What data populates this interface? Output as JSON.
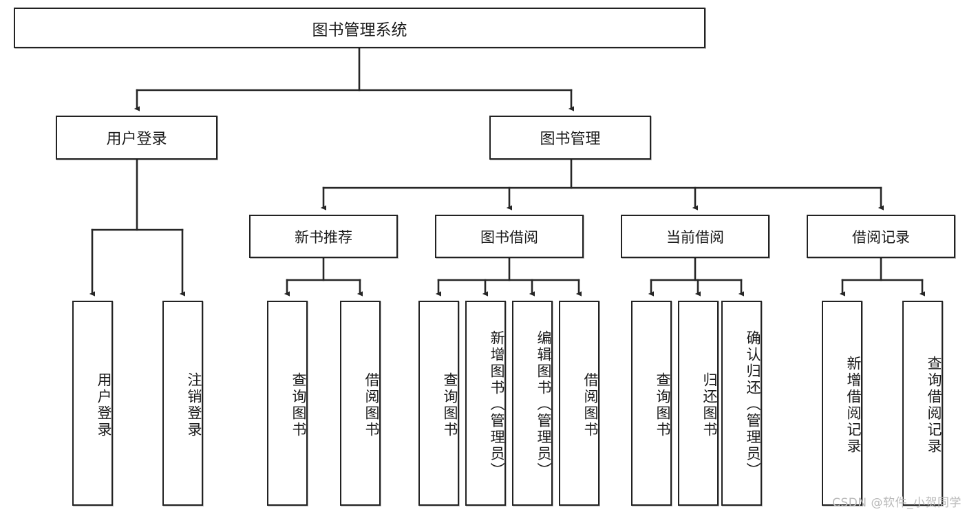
{
  "diagram": {
    "title": "图书管理系统",
    "type": "tree",
    "root": {
      "id": "root",
      "label": "图书管理系统"
    },
    "level2": [
      {
        "id": "user-login",
        "label": "用户登录"
      },
      {
        "id": "book-manage",
        "label": "图书管理"
      }
    ],
    "level3": [
      {
        "id": "new-book-recommend",
        "label": "新书推荐"
      },
      {
        "id": "book-borrow",
        "label": "图书借阅"
      },
      {
        "id": "current-borrow",
        "label": "当前借阅"
      },
      {
        "id": "borrow-record",
        "label": "借阅记录"
      }
    ],
    "leaves": [
      {
        "id": "leaf-user-login",
        "label": "用户登录",
        "parent": "user-login"
      },
      {
        "id": "leaf-user-logout",
        "label": "注销登录",
        "parent": "user-login"
      },
      {
        "id": "leaf-query-book-1",
        "label": "查询图书",
        "parent": "new-book-recommend"
      },
      {
        "id": "leaf-borrow-book-1",
        "label": "借阅图书",
        "parent": "new-book-recommend"
      },
      {
        "id": "leaf-query-book-2",
        "label": "查询图书",
        "parent": "book-borrow"
      },
      {
        "id": "leaf-add-book",
        "label": "新增图书（管理员）",
        "parent": "book-borrow"
      },
      {
        "id": "leaf-edit-book",
        "label": "编辑图书（管理员）",
        "parent": "book-borrow"
      },
      {
        "id": "leaf-borrow-book-2",
        "label": "借阅图书",
        "parent": "book-borrow"
      },
      {
        "id": "leaf-query-book-3",
        "label": "查询图书",
        "parent": "current-borrow"
      },
      {
        "id": "leaf-return-book",
        "label": "归还图书",
        "parent": "current-borrow"
      },
      {
        "id": "leaf-confirm-return",
        "label": "确认归还（管理员）",
        "parent": "current-borrow"
      },
      {
        "id": "leaf-add-record",
        "label": "新增借阅记录",
        "parent": "borrow-record"
      },
      {
        "id": "leaf-query-record",
        "label": "查询借阅记录",
        "parent": "borrow-record"
      }
    ]
  },
  "watermark": {
    "text": "CSDN @软件_小贺同学"
  },
  "colors": {
    "box_border": "#222222",
    "box_fill": "#ffffff",
    "line": "#262626",
    "text": "#1a1a1a",
    "watermark": "#b9b9b9"
  }
}
